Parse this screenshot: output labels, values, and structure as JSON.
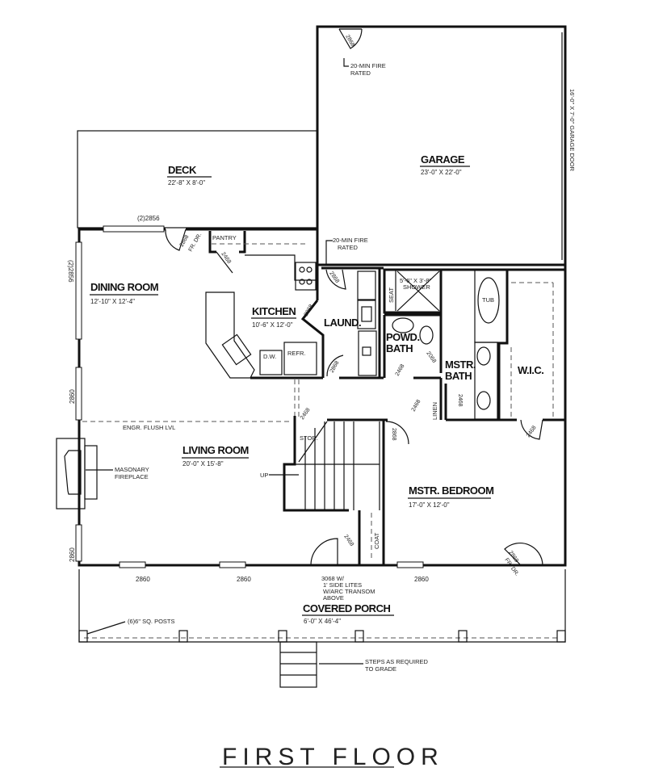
{
  "title": "FIRST FLOOR",
  "rooms": {
    "garage": {
      "name": "GARAGE",
      "size": "23'-0\" X 22'-0\""
    },
    "deck": {
      "name": "DECK",
      "size": "22'-8\" X 8'-0\""
    },
    "dining": {
      "name": "DINING ROOM",
      "size": "12'-10\" X 12'-4\""
    },
    "kitchen": {
      "name": "KITCHEN",
      "size": "10'-6\" X 12'-0\""
    },
    "laundry": {
      "name": "LAUND."
    },
    "powder": {
      "name1": "POWD.",
      "name2": "BATH"
    },
    "master_bath": {
      "name1": "MSTR.",
      "name2": "BATH"
    },
    "wic": {
      "name": "W.I.C."
    },
    "living": {
      "name": "LIVING ROOM",
      "size": "20'-0\" X 15'-8\""
    },
    "master_bed": {
      "name": "MSTR. BEDROOM",
      "size": "17'-0\" X 12'-0\""
    },
    "porch": {
      "name": "COVERED PORCH",
      "size": "6'-0\" X 46'-4\""
    },
    "pantry": {
      "name": "PANTRY"
    },
    "storage": {
      "name": "STOR."
    },
    "coat": {
      "name": "COAT"
    },
    "linen": {
      "name": "LINEN"
    }
  },
  "fixtures": {
    "shower": {
      "size": "5'-6\" X 3'-8\"",
      "name": "SHOWER"
    },
    "seat": "SEAT",
    "tub": "TUB",
    "dw": "D.W.",
    "refr": "REFR.",
    "up": "UP"
  },
  "notes": {
    "fire_rated_1": [
      "20-MIN FIRE",
      "RATED"
    ],
    "fire_rated_2": [
      "20-MIN FIRE",
      "RATED"
    ],
    "garage_door": "16'-0\" X 7'-0\" GARAGE DOOR",
    "fireplace": [
      "MASONARY",
      "FIREPLACE"
    ],
    "flush": "ENGR. FLUSH LVL",
    "front_door": [
      "3068 W/",
      "1' SIDE LITES",
      "W/ARC TRANSOM",
      "ABOVE"
    ],
    "posts": "(6)6\" SQ. POSTS",
    "steps": [
      "STEPS AS REQUIRED",
      "TO GRADE"
    ]
  },
  "windows": {
    "deck_window": "(2)2856",
    "dining_side": "(2)2856",
    "left_2860_a": "2860",
    "left_2860_b": "2860",
    "front_1": "2860",
    "front_2": "2860",
    "front_3": "2860"
  },
  "doors": {
    "garage_entry": "2868",
    "deck_door": "2868",
    "deck_door_note": "FR. DR.",
    "pantry": "2468",
    "laundry_garage": "2868",
    "laundry_kitchen": "2868",
    "laundry_hall": "2868",
    "powder": "2468",
    "master_bath": "2068",
    "linen": "2468",
    "master_bath_hall": "2468",
    "wic": "2468",
    "stor": "2468",
    "bedroom": "2868",
    "coat": "2468",
    "bedroom_porch": "2868",
    "bedroom_porch_note": "FR. DR."
  }
}
